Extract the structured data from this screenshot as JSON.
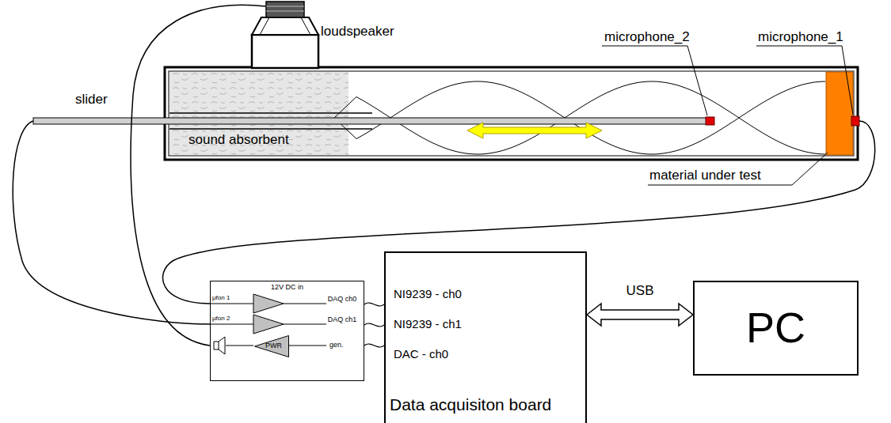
{
  "diagram": {
    "nodes": [
      {
        "text": [
          "12V DC in"
        ]
      },
      {
        "text": [
          "PWR"
        ],
        "in": 0
      },
      {
        "text": [
          "Data acquisiton board"
        ]
      },
      {
        "text": [
          "PC"
        ]
      }
    ],
    "edges": [
      {
        "from": 0,
        "to": 2,
        "arrow": "none"
      },
      {
        "from": 0,
        "to": 2,
        "arrow": "none"
      },
      {
        "from": 0,
        "to": 2,
        "arrow": "none"
      },
      {
        "from": 2,
        "to": 3,
        "arrow": "both",
        "label": "USB"
      }
    ],
    "labels": [
      "loudspeaker",
      "slider",
      "sound absorbent",
      "microphone_2",
      "microphone_1",
      "material under test",
      "µfon 1",
      "µfon 2",
      "DAQ ch0",
      "DAQ ch1",
      "gen.",
      "NI9239 - ch0",
      "NI9239 - ch1",
      "DAC - ch0"
    ]
  }
}
